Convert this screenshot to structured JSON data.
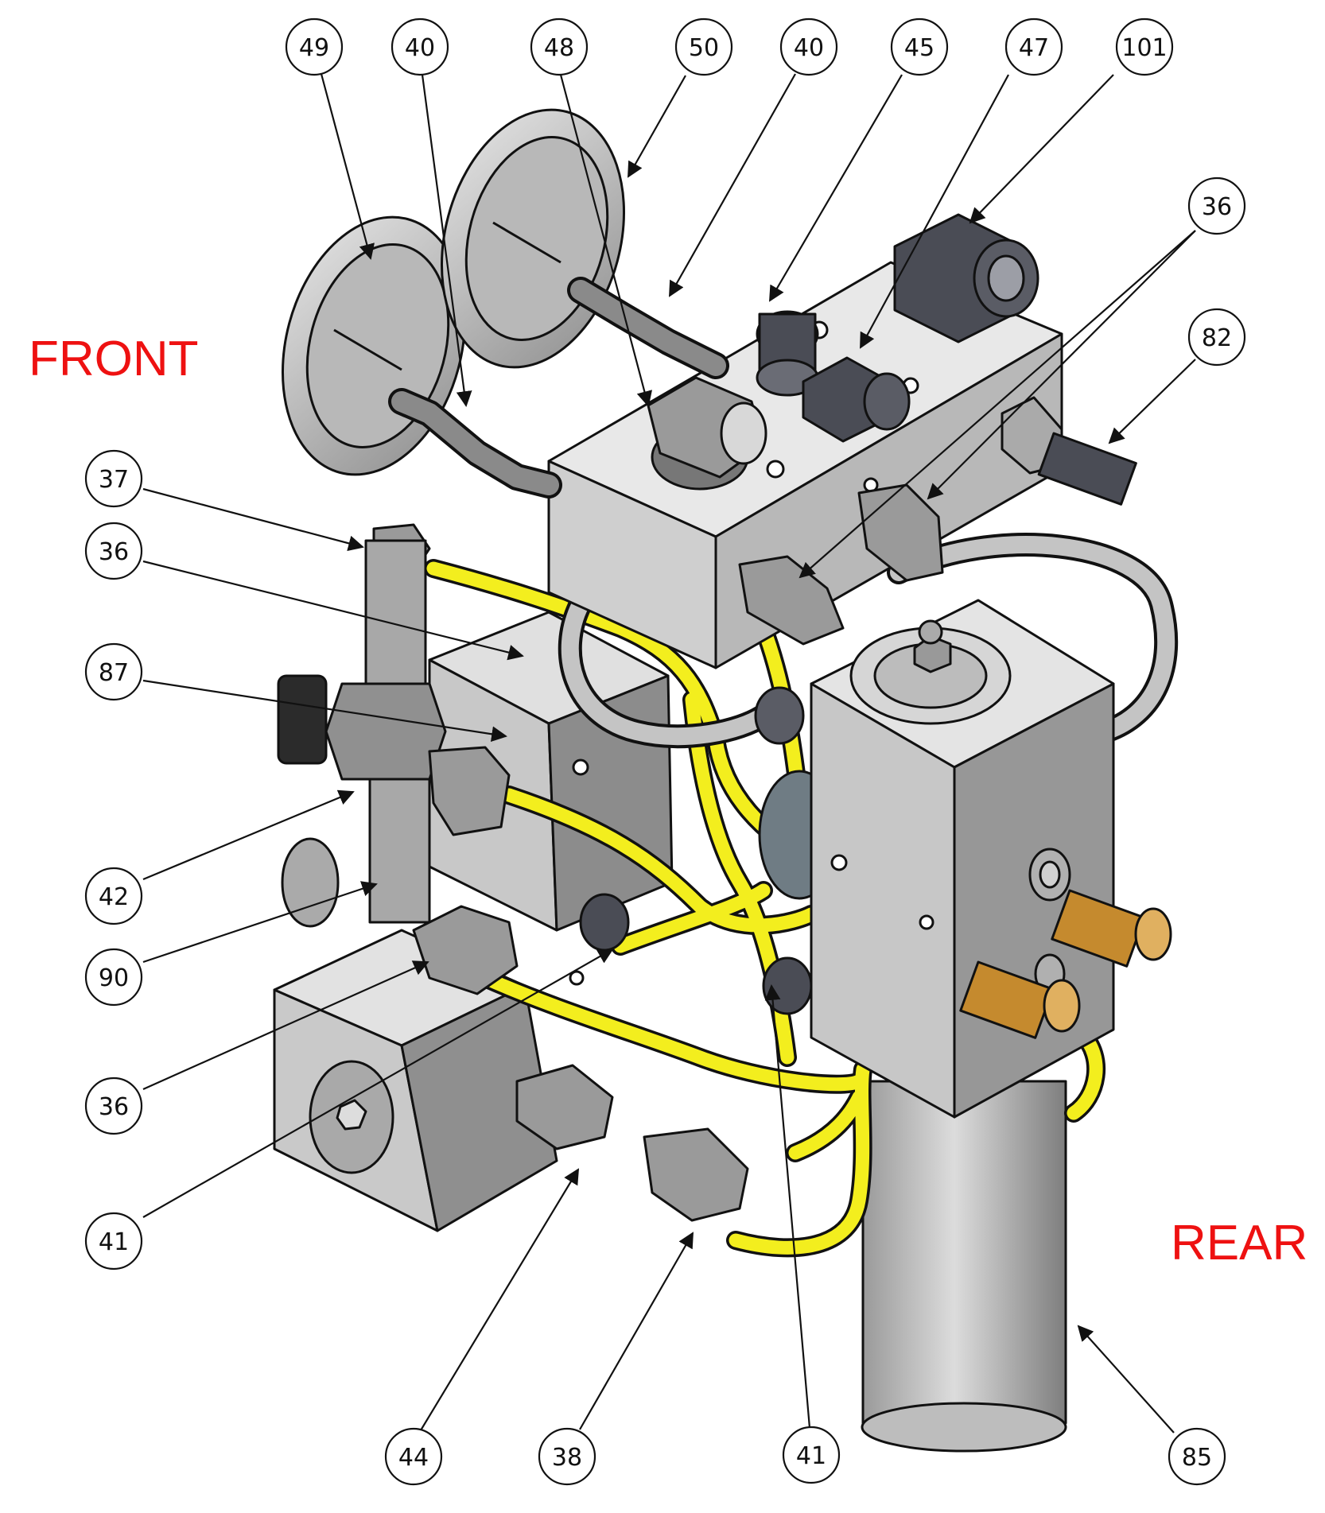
{
  "labels": {
    "front": "FRONT",
    "rear": "REAR"
  },
  "colors": {
    "label_red": "#ee1111",
    "block_gray": "#cfcfcf",
    "block_dark": "#8a8a8a",
    "tube_yellow": "#f3ee1e",
    "tube_yellow_edge": "#9a9400",
    "fitting_dark": "#4a4c55",
    "brass": "#c58a2e"
  },
  "callouts": [
    {
      "number": "49"
    },
    {
      "number": "40"
    },
    {
      "number": "48"
    },
    {
      "number": "50"
    },
    {
      "number": "40"
    },
    {
      "number": "45"
    },
    {
      "number": "47"
    },
    {
      "number": "101"
    },
    {
      "number": "36"
    },
    {
      "number": "82"
    },
    {
      "number": "37"
    },
    {
      "number": "36"
    },
    {
      "number": "87"
    },
    {
      "number": "42"
    },
    {
      "number": "90"
    },
    {
      "number": "36"
    },
    {
      "number": "41"
    },
    {
      "number": "44"
    },
    {
      "number": "38"
    },
    {
      "number": "41"
    },
    {
      "number": "85"
    }
  ]
}
